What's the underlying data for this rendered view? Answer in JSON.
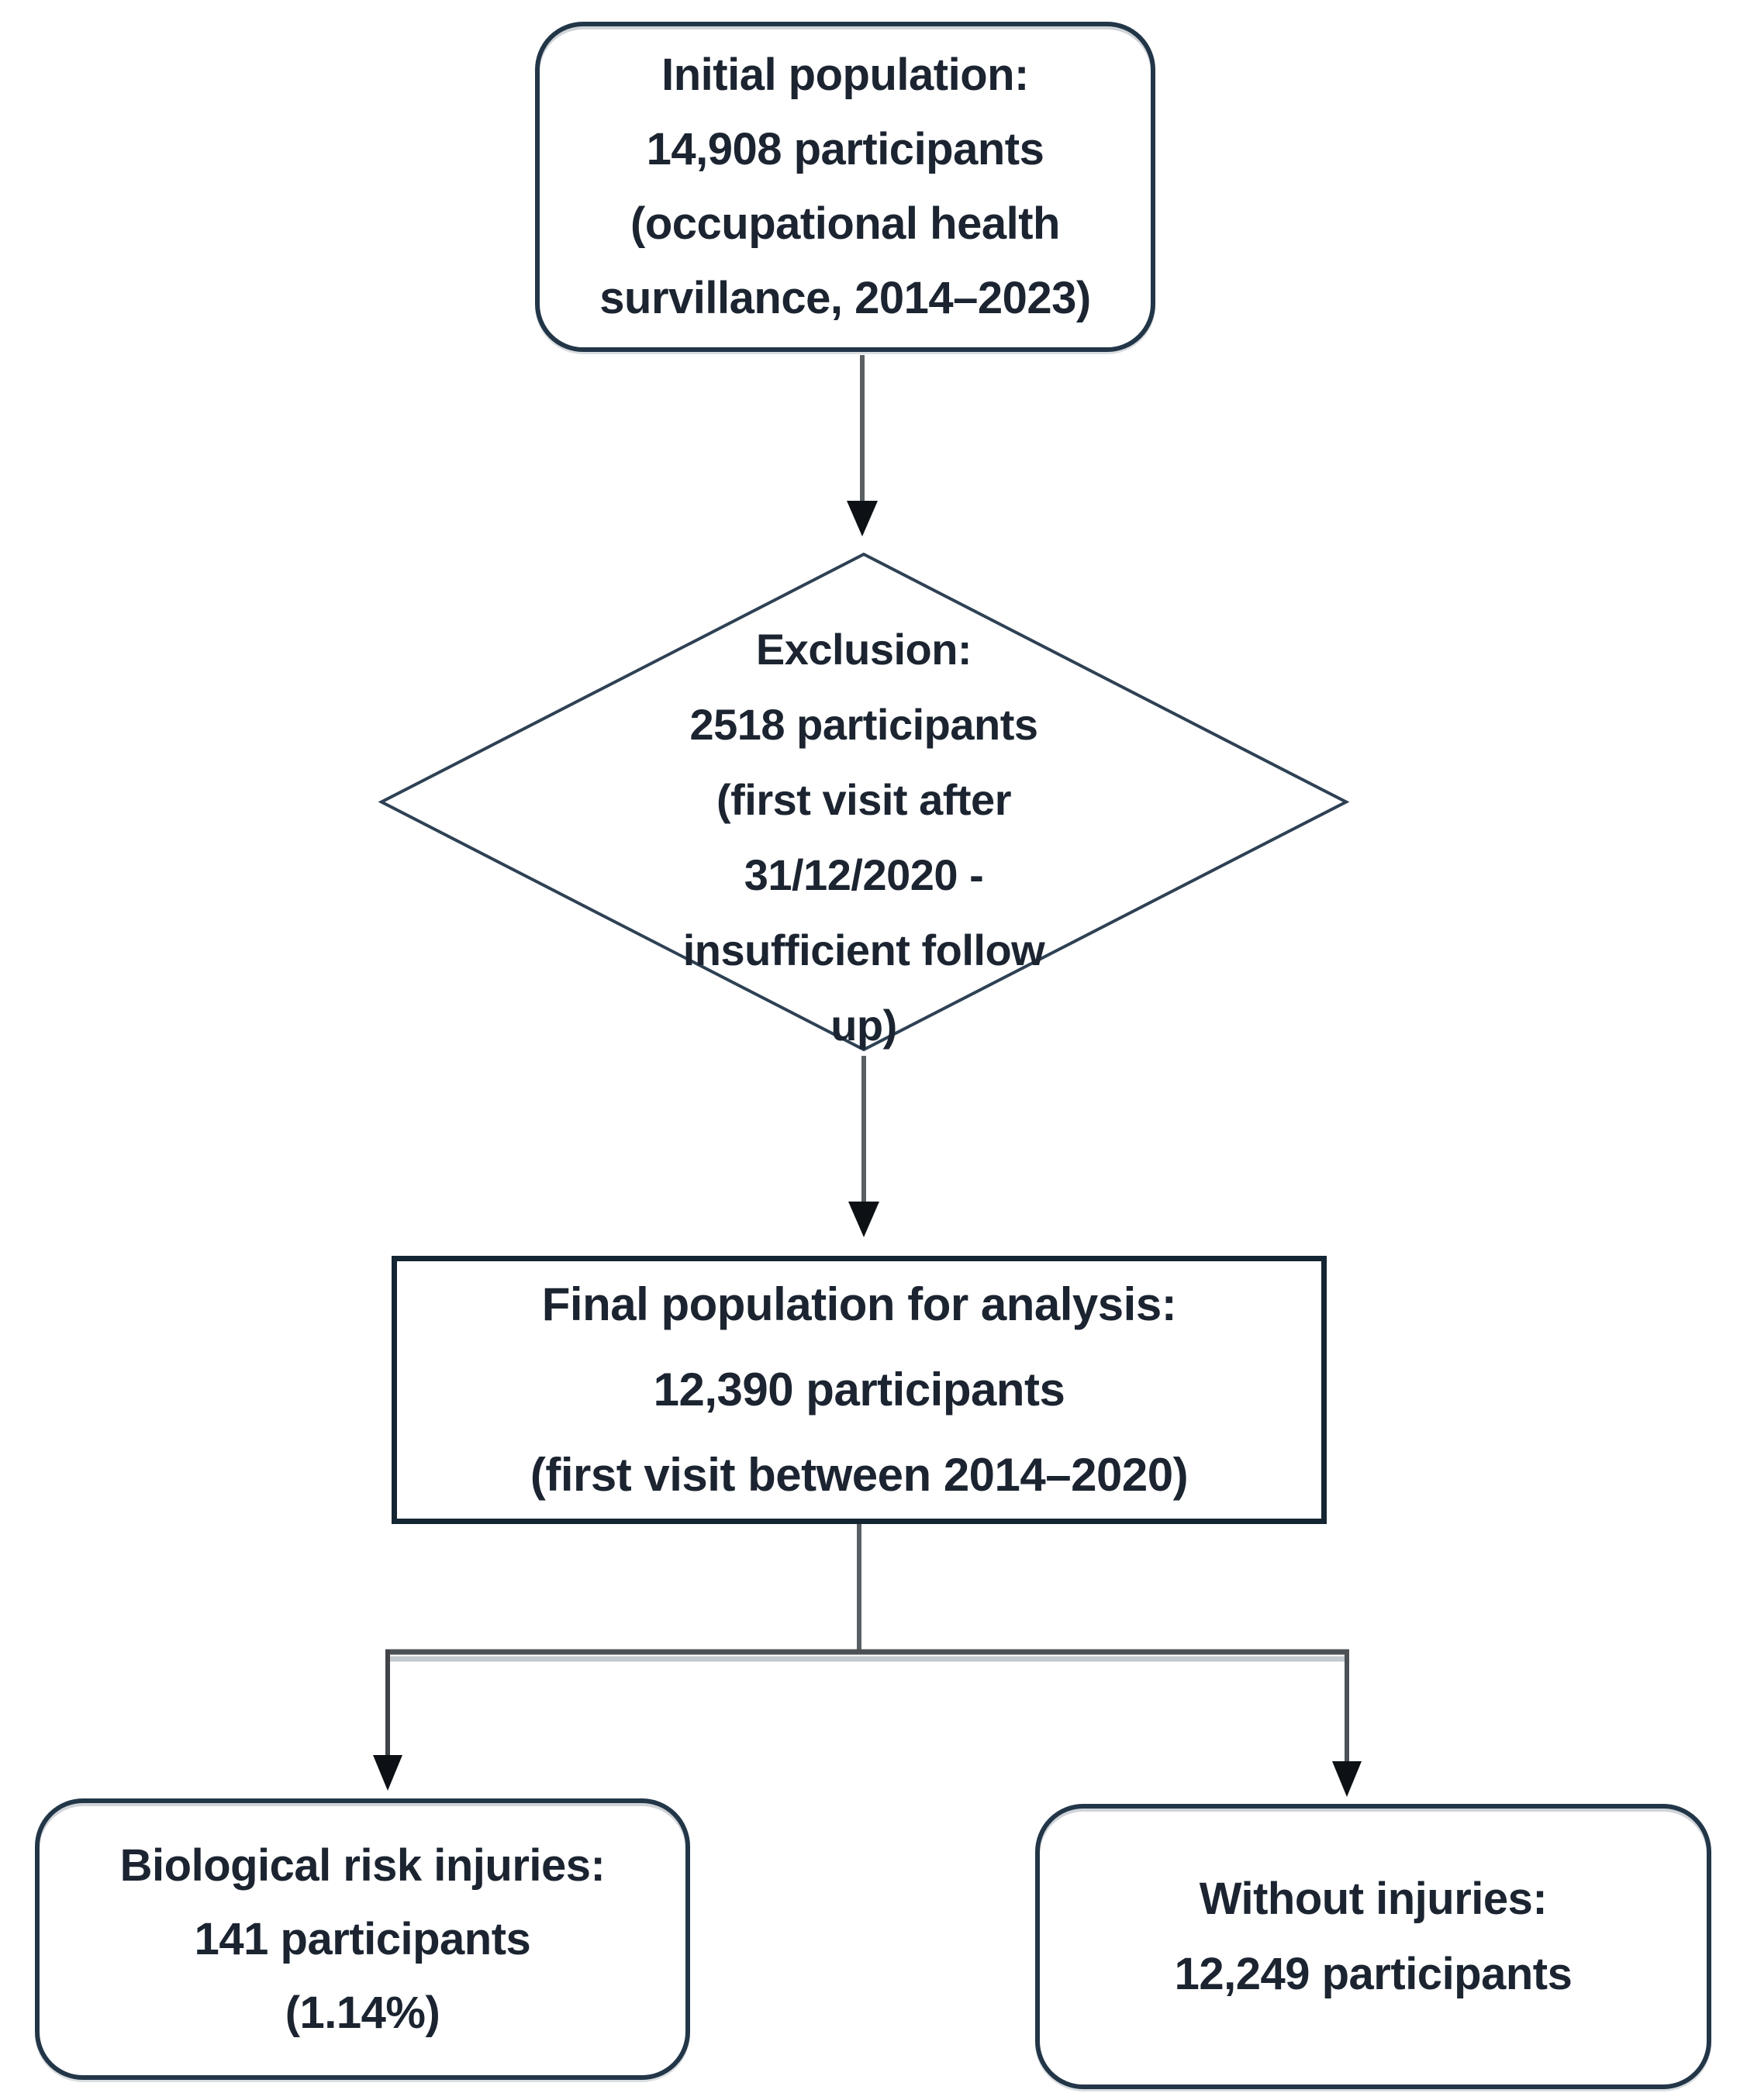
{
  "diagram_type": "flowchart",
  "colors": {
    "background": "#ffffff",
    "rounded_box_border": "#223648",
    "rectangle_border": "#142533",
    "diamond_border": "#2e4154",
    "text": "#1b2430",
    "connector_line": "#5a5f63",
    "branch_line": "#4c5155",
    "arrowhead": "#0d1116"
  },
  "nodes": {
    "initial_population": {
      "shape": "rounded-rectangle",
      "lines": [
        "Initial population:",
        "14,908 participants",
        "(occupational health",
        "survillance, 2014–2023)"
      ]
    },
    "exclusion": {
      "shape": "diamond",
      "lines": [
        "Exclusion:",
        "2518 participants",
        "(first visit after",
        "31/12/2020 -",
        "insufficient follow",
        "up)"
      ]
    },
    "final_population": {
      "shape": "rectangle",
      "lines": [
        "Final population for analysis:",
        "12,390 participants",
        "(first visit between 2014–2020)"
      ]
    },
    "biological_risk_injuries": {
      "shape": "rounded-rectangle",
      "lines": [
        "Biological risk injuries:",
        "141 participants",
        "(1.14%)"
      ]
    },
    "without_injuries": {
      "shape": "rounded-rectangle",
      "lines": [
        "Without injuries:",
        "12,249 participants"
      ]
    }
  },
  "edges": [
    {
      "from": "initial_population",
      "to": "exclusion",
      "type": "arrow"
    },
    {
      "from": "exclusion",
      "to": "final_population",
      "type": "arrow"
    },
    {
      "from": "final_population",
      "to": "biological_risk_injuries",
      "type": "branch-arrow"
    },
    {
      "from": "final_population",
      "to": "without_injuries",
      "type": "branch-arrow"
    }
  ]
}
